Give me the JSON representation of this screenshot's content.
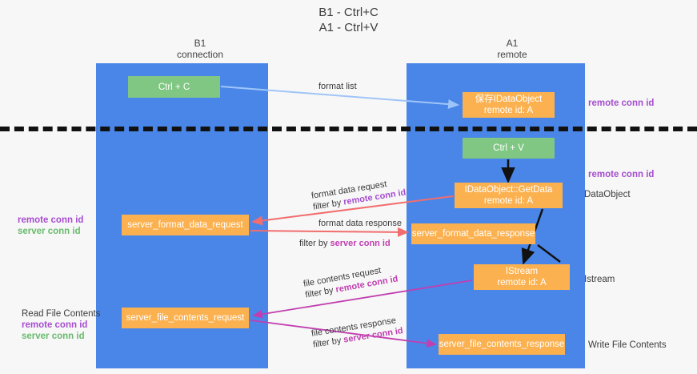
{
  "title": {
    "line1": "B1 - Ctrl+C",
    "line2": "A1 - Ctrl+V"
  },
  "lanes": [
    {
      "id": "b1",
      "name": "B1",
      "role": "connection"
    },
    {
      "id": "a1",
      "name": "A1",
      "role": "remote"
    }
  ],
  "nodes": {
    "ctrl_c": {
      "line1": "Ctrl + C",
      "line2": "",
      "color": "#80c783"
    },
    "save_dataobject": {
      "line1": "保存IDataObject",
      "line2": "remote id: A",
      "color": "#fbb150"
    },
    "ctrl_v": {
      "line1": "Ctrl + V",
      "line2": "",
      "color": "#80c783"
    },
    "getdata": {
      "line1": "IDataObject::GetData",
      "line2": "remote id: A",
      "color": "#fbb150"
    },
    "server_format_data_request": {
      "line1": "server_format_data_request",
      "line2": "",
      "color": "#fbb150"
    },
    "server_format_data_response": {
      "line1": "server_format_data_response",
      "line2": "",
      "color": "#fbb150"
    },
    "istream": {
      "line1": "IStream",
      "line2": "remote id: A",
      "color": "#fbb150"
    },
    "server_file_contents_request": {
      "line1": "server_file_contents_request",
      "line2": "",
      "color": "#fbb150"
    },
    "server_file_contents_response": {
      "line1": "server_file_contents_response",
      "line2": "",
      "color": "#fbb150"
    }
  },
  "edge_labels": {
    "format_list": "format list",
    "format_data_request": "format data request",
    "format_data_request_filter_prefix": "filter by ",
    "format_data_request_filter_key": "remote conn id",
    "format_data_response": "format data response",
    "format_data_response_filter_prefix": "filter by ",
    "format_data_response_filter_key": "server conn id",
    "file_contents_request": "file contents request",
    "file_contents_request_filter_prefix": "filter by ",
    "file_contents_request_filter_key": "remote conn id",
    "file_contents_response": "file contents response",
    "file_contents_response_filter_prefix": "filter by ",
    "file_contents_response_filter_key": "server conn id"
  },
  "annotations": {
    "right_remote_conn_id_top": "remote conn id",
    "right_remote_conn_id_mid": "remote conn id",
    "right_dataobject": "DataObject",
    "right_istream": "Istream",
    "right_write_file_contents": "Write File Contents",
    "left_read_file_contents": "Read File Contents",
    "left_remote_conn_id": "remote conn id",
    "left_server_conn_id": "server conn id",
    "left_remote_conn_id_2": "remote conn id",
    "left_server_conn_id_2": "server conn id"
  },
  "colors": {
    "lane": "#4a86e8",
    "green_node": "#80c783",
    "orange_node": "#fbb150",
    "purple_key": "#a64dd0",
    "green_key": "#68bb6c",
    "magenta_key": "#c13fb0",
    "arrow_blue": "#9fc5f8",
    "arrow_red": "#f26d6d",
    "arrow_magenta": "#c13fb0",
    "arrow_black": "#111111",
    "background": "#f7f7f7"
  }
}
